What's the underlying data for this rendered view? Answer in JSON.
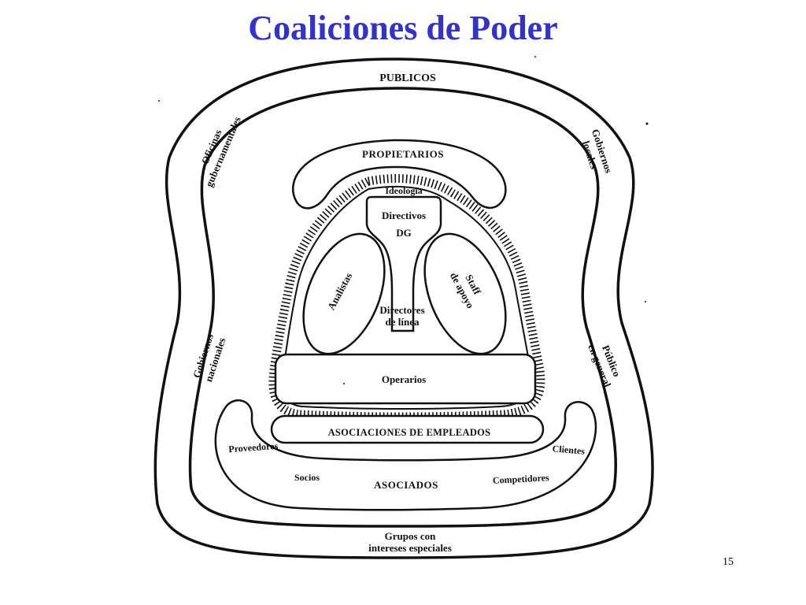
{
  "title": "Coaliciones de Poder",
  "page_number": "15",
  "diagram": {
    "outer_ring": {
      "top": "PUBLICOS",
      "upper_left": [
        "Oficinas",
        "gubernamentales"
      ],
      "upper_right": [
        "Gobiernos",
        "locales"
      ],
      "lower_left": [
        "Gobiernos",
        "nacionales"
      ],
      "lower_right": [
        "Público",
        "en general"
      ],
      "bottom": [
        "Grupos con",
        "intereses especiales"
      ]
    },
    "owners": "PROPIETARIOS",
    "core": {
      "ideology": "Ideología",
      "board": "Directivos",
      "ceo": "DG",
      "analysts": "Analistas",
      "support_staff": [
        "Staff",
        "de apoyo"
      ],
      "line_managers": [
        "Directores",
        "de línea"
      ],
      "operators": "Operarios"
    },
    "employee_associations": "ASOCIACIONES DE EMPLEADOS",
    "associates": {
      "label": "ASOCIADOS",
      "suppliers": "Proveedores",
      "partners": "Socios",
      "clients": "Clientes",
      "competitors": "Competidores"
    }
  }
}
